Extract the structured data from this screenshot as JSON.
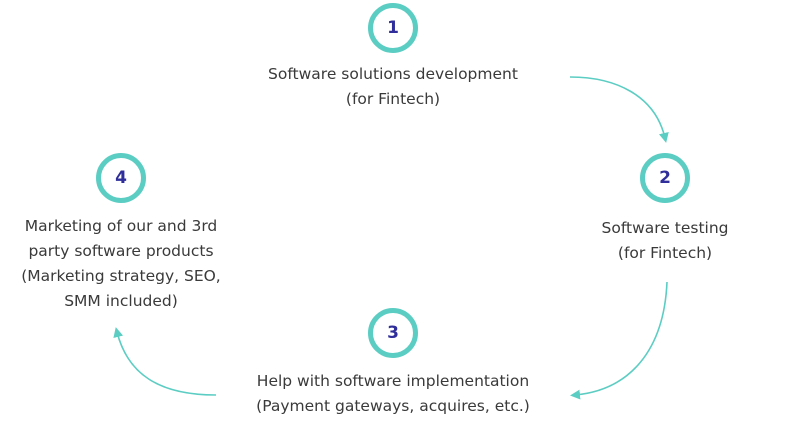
{
  "accent_color": "#5ccdc3",
  "number_color": "#2f2e9a",
  "steps": [
    {
      "number": "1",
      "lines": [
        "Software solutions development",
        "(for Fintech)"
      ]
    },
    {
      "number": "2",
      "lines": [
        "Software testing",
        "(for Fintech)"
      ]
    },
    {
      "number": "3",
      "lines": [
        "Help with software implementation",
        "(Payment gateways, acquires, etc.)"
      ]
    },
    {
      "number": "4",
      "lines": [
        "Marketing of our and 3rd",
        "party software products",
        "(Marketing strategy, SEO,",
        "SMM included)"
      ]
    }
  ]
}
